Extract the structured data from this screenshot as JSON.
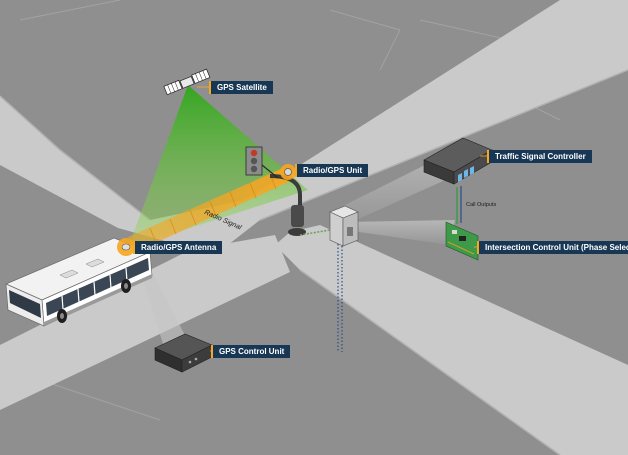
{
  "labels": {
    "gps_satellite": "GPS Satellite",
    "radio_gps_unit": "Radio/GPS Unit",
    "traffic_signal_controller": "Traffic Signal Controller",
    "radio_gps_antenna": "Radio/GPS Antenna",
    "intersection_control_unit": "Intersection Control Unit (Phase Selector)",
    "gps_control_unit": "GPS Control Unit",
    "radio_signal": "Radio Signal",
    "call_outputs": "Call Outputs"
  },
  "colors": {
    "background": "#8e8e8e",
    "road": "#c9c9c9",
    "callout_bg": "#173754",
    "accent": "#f7a823",
    "gps_beam": "#3fbf2a",
    "radio_signal": "#f5a623",
    "wire": "#2b4f86"
  }
}
